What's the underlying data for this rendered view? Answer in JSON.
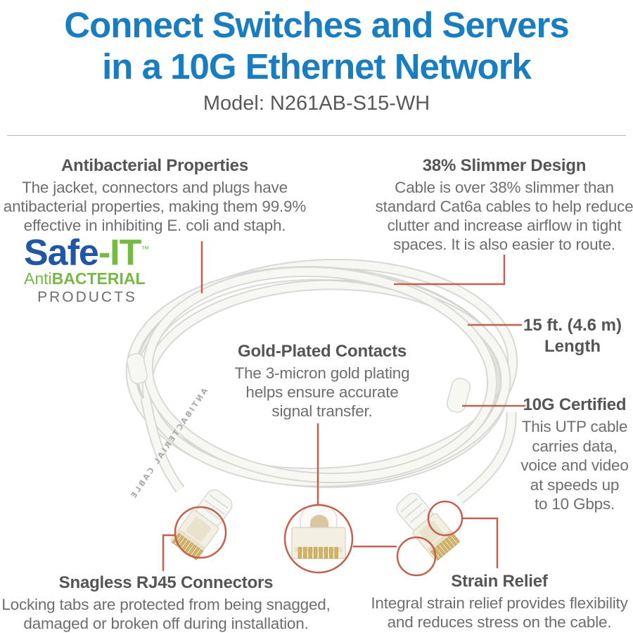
{
  "header": {
    "title": "Connect Switches and Servers\nin a 10G Ethernet Network",
    "model": "Model: N261AB-S15-WH"
  },
  "sections": {
    "antibacterial": {
      "title": "Antibacterial Properties",
      "body": "The jacket, connectors and plugs have\nantibacterial properties, making them 99.9%\neffective in inhibiting E. coli and staph."
    },
    "slimmer": {
      "title": "38% Slimmer Design",
      "body": "Cable is over 38% slimmer than\nstandard Cat6a cables to help reduce\nclutter and increase airflow in tight\nspaces. It is also easier to route."
    },
    "gold": {
      "title": "Gold-Plated Contacts",
      "body": "The 3-micron gold plating\nhelps ensure accurate\nsignal transfer."
    },
    "length": {
      "title": "15 ft. (4.6 m)\nLength"
    },
    "certified": {
      "title": "10G Certified",
      "body": "This UTP cable\ncarries data,\nvoice and video\nat speeds up\nto 10 Gbps."
    },
    "snagless": {
      "title": "Snagless RJ45 Connectors",
      "body": "Locking tabs are protected from being snagged,\ndamaged or broken off during installation."
    },
    "strain": {
      "title": "Strain Relief",
      "body": "Integral strain relief provides flexibility\nand reduces stress on the cable."
    }
  },
  "logo": {
    "brand_main": "Safe",
    "brand_suffix": "-IT",
    "tm": "™",
    "line2_light": "Anti",
    "line2_bold": "BACTERIAL",
    "line3": "PRODUCTS"
  },
  "cable": {
    "jacket_print": "ANTIBACTERIAL CABLE"
  },
  "colors": {
    "title_blue": "#1a7dbf",
    "heading_gray": "#545557",
    "body_gray": "#6d6e71",
    "callout_red": "#c4604e",
    "logo_blue": "#2056a5",
    "logo_green": "#76b944"
  }
}
